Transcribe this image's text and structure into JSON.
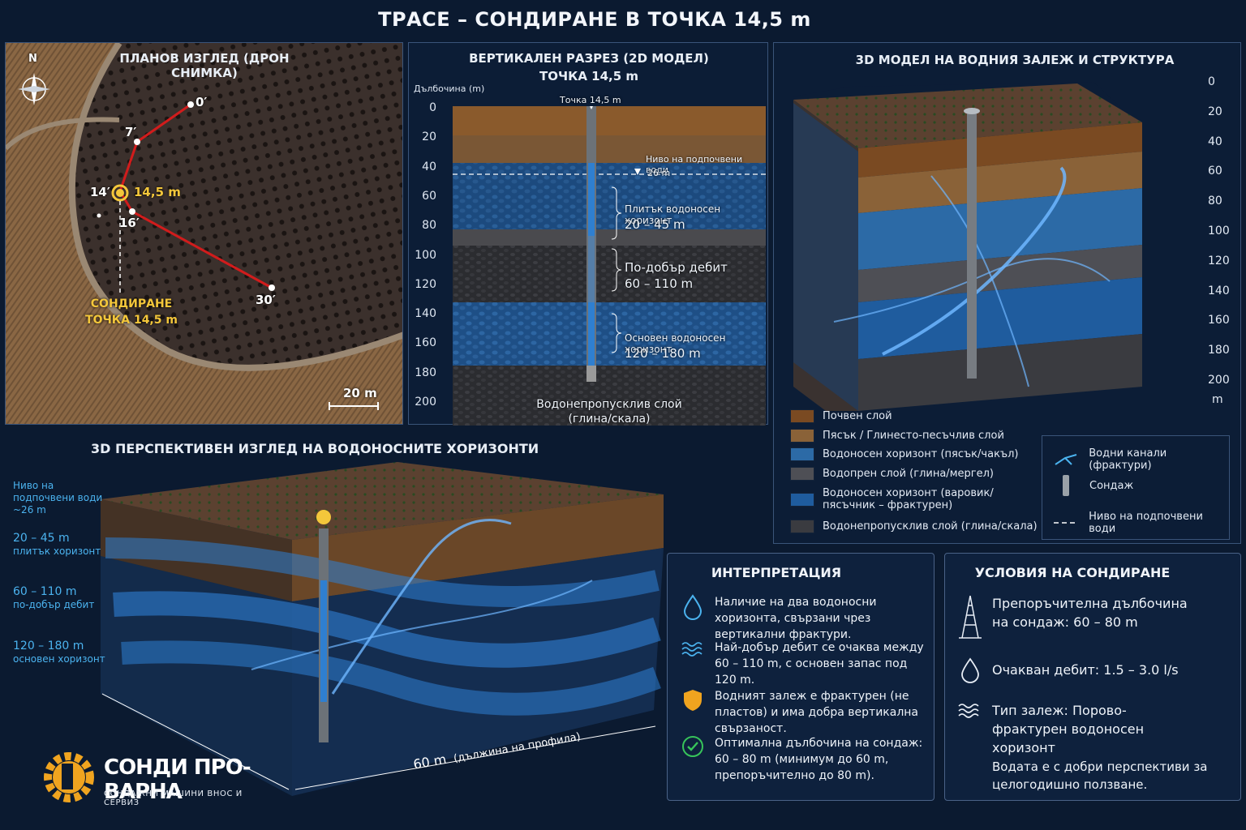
{
  "title": "ТРАСЕ – СОНДИРАНЕ В ТОЧКА 14,5 m",
  "drone": {
    "title": "ПЛАНОВ ИЗГЛЕД (ДРОН СНИМКА)",
    "north": "N",
    "points": [
      "0′",
      "7′",
      "14′",
      "14,5 m",
      "16′",
      "30′"
    ],
    "drill_label_1": "СОНДИРАНЕ",
    "drill_label_2": "ТОЧКА 14,5 m",
    "scale": "20 m"
  },
  "section2d": {
    "title_1": "ВЕРТИКАЛЕН РАЗРЕЗ (2D МОДЕЛ)",
    "title_2": "ТОЧКА 14,5 m",
    "axis_title": "Дълбочина (m)",
    "ticks": [
      "0",
      "20",
      "40",
      "60",
      "80",
      "100",
      "120",
      "140",
      "160",
      "180",
      "200"
    ],
    "point_label": "Точка 14,5 m",
    "gw_label": "Ниво на подпочвени води",
    "gw_value": "26 m",
    "shallow_name": "Плитък водоносен хоризонт",
    "shallow_range": "20 – 45 m",
    "better_name": "По-добър дебит",
    "better_range": "60 – 110 m",
    "main_name": "Основен водоносен хоризонт",
    "main_range": "120 – 180 m",
    "bottom_1": "Водонепропусклив слой",
    "bottom_2": "(глина/скала)"
  },
  "model3d": {
    "title": "3D МОДЕЛ НА ВОДНИЯ ЗАЛЕЖ И СТРУКТУРА",
    "ticks": [
      "0",
      "20",
      "40",
      "60",
      "80",
      "100",
      "120",
      "140",
      "160",
      "180",
      "200"
    ],
    "unit": "m",
    "legend": [
      {
        "label": "Почвен слой",
        "color": "#7a4a22"
      },
      {
        "label": "Пясък / Глинесто-песъчлив слой",
        "color": "#8a6238"
      },
      {
        "label": "Водоносен хоризонт (пясък/чакъл)",
        "color": "#2c6aa6"
      },
      {
        "label": "Водопрен слой (глина/мергел)",
        "color": "#4e4f55"
      },
      {
        "label": "Водоносен хоризонт (варовик/пясъчник – фрактурен)",
        "color": "#1f5c9e"
      },
      {
        "label": "Водонепропусклив слой (глина/скала)",
        "color": "#3a3b40"
      }
    ],
    "legend2": [
      "Водни канали (фрактури)",
      "Сондаж",
      "Ниво на подпочвени води"
    ]
  },
  "persp": {
    "title": "3D ПЕРСПЕКТИВЕН ИЗГЛЕД НА ВОДОНОСНИТЕ ХОРИЗОНТИ",
    "gw_1": "Ниво на",
    "gw_2": "подпочвени води",
    "gw_3": "~26 m",
    "h1": "20 – 45 m",
    "h1s": "плитък хоризонт",
    "h2": "60 – 110 m",
    "h2s": "по-добър дебит",
    "h3": "120 – 180 m",
    "h3s": "основен хоризонт",
    "length": "60 m",
    "length_note": "(дължина на профила)"
  },
  "interp": {
    "title": "ИНТЕРПРЕТАЦИЯ",
    "items": [
      "Наличие на два водоносни хоризонта, свързани чрез вертикални фрактури.",
      "Най-добър дебит се очаква между 60 – 110 m, с основен запас под 120 m.",
      "Водният залеж е фрактурен (не пластов) и има добра вертикална свързаност.",
      "Оптимална дълбочина на сондаж: 60 – 80 m (минимум до 60 m, препоръчително до 80 m)."
    ]
  },
  "cond": {
    "title": "УСЛОВИЯ НА СОНДИРАНЕ",
    "items": [
      "Препоръчителна дълбочина на сондаж: 60 – 80 m",
      "Очакван дебит: 1.5 – 3.0 l/s",
      "Тип залеж: Порово-фрактурен водоносен хоризонт",
      "Водата е с добри перспективи за целогодишно ползване."
    ]
  },
  "logo": {
    "name": "СОНДИ ПРО-ВАРНА",
    "sub": "СОНДАЖНИ МАШИНИ ВНОС И СЕРВИЗ"
  }
}
